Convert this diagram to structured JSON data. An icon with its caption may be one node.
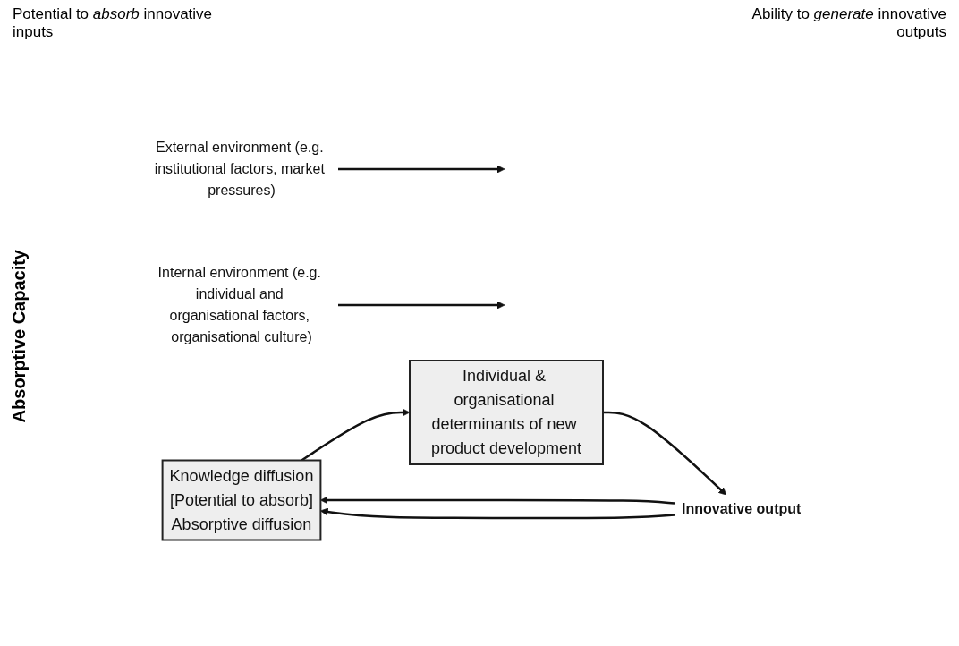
{
  "diagram": {
    "nodes": [
      {
        "text": [
          "Knowledge diffusion",
          "[Potential to absorb]",
          "Absorptive diffusion"
        ]
      },
      {
        "text": [
          "Individual & organisational determinants of new product development"
        ]
      },
      {
        "text": [
          "Innovative output"
        ]
      },
      {
        "text": [
          "External environment (e.g. institutional factors, market pressures)"
        ]
      },
      {
        "text": [
          "Internal environment (e.g. individual and organisational factors, organisational culture)"
        ]
      }
    ],
    "edges": [
      {
        "from": 0,
        "to": 1,
        "arrow": "to"
      },
      {
        "from": 1,
        "to": 2,
        "arrow": "to"
      },
      {
        "from": 2,
        "to": 0,
        "arrow": "to"
      },
      {
        "from": 2,
        "to": 0,
        "arrow": "to"
      },
      {
        "from": 3,
        "to": null,
        "arrow": "to"
      },
      {
        "from": 4,
        "to": null,
        "arrow": "to"
      }
    ],
    "labels": [
      "Potential to *absorb* innovative inputs",
      "Ability to *generate* innovative outputs",
      "Absorptive Capacity"
    ]
  }
}
